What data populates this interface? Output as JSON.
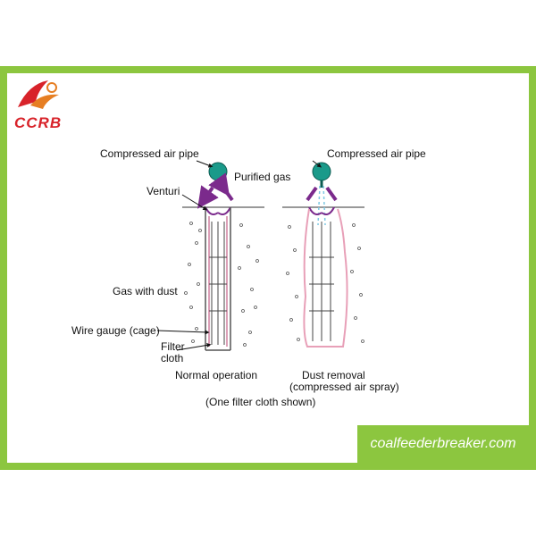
{
  "brand": {
    "logo_text": "CCRB",
    "website": "coalfeederbreaker.com"
  },
  "labels": {
    "compressed_air_pipe_left": "Compressed air pipe",
    "compressed_air_pipe_right": "Compressed air pipe",
    "purified_gas": "Purified gas",
    "venturi": "Venturi",
    "gas_with_dust": "Gas with dust",
    "wire_gauge": "Wire gauge (cage)",
    "filter_cloth_line1": "Filter",
    "filter_cloth_line2": "cloth",
    "normal_operation": "Normal operation",
    "dust_removal_line1": "Dust removal",
    "dust_removal_line2": "(compressed air spray)",
    "footnote": "(One filter cloth shown)"
  },
  "colors": {
    "frame": "#8cc63f",
    "brand": "#d8232a",
    "nozzle": "#1a9a8a",
    "arrow": "#7b2a8c",
    "cloth": "#e8a0b8"
  }
}
